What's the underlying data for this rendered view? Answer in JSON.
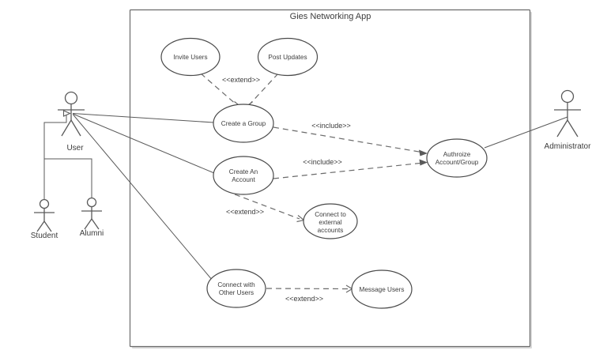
{
  "diagram": {
    "kind": "uml-use-case-diagram",
    "boundary": {
      "title": "Gies Networking App"
    },
    "actors": [
      {
        "id": "user",
        "label": "User"
      },
      {
        "id": "student",
        "label": "Student"
      },
      {
        "id": "alumni",
        "label": "Alumni"
      },
      {
        "id": "administrator",
        "label": "Administrator"
      }
    ],
    "use_cases": [
      {
        "id": "invite-users",
        "label": "Invite Users",
        "lines": [
          "Invite Users"
        ]
      },
      {
        "id": "post-updates",
        "label": "Post Updates",
        "lines": [
          "Post Updates"
        ]
      },
      {
        "id": "create-a-group",
        "label": "Create a Group",
        "lines": [
          "Create a Group"
        ]
      },
      {
        "id": "create-an-account",
        "label": "Create An Account",
        "lines": [
          "Create An",
          "Account"
        ]
      },
      {
        "id": "authorize-account-group",
        "label": "Authroize Account/Group",
        "lines": [
          "Authroize",
          "Account/Group"
        ]
      },
      {
        "id": "connect-to-external-accounts",
        "label": "Connect to external accounts",
        "lines": [
          "Connect to",
          "external",
          "accounts"
        ]
      },
      {
        "id": "connect-with-other-users",
        "label": "Connect with Other Users",
        "lines": [
          "Connect with",
          "Other Users"
        ]
      },
      {
        "id": "message-users",
        "label": "Message Users",
        "lines": [
          "Message Users"
        ]
      }
    ],
    "stereotypes": [
      {
        "id": "extend-invite-post-to-group",
        "label": "<<extend>>"
      },
      {
        "id": "include-group-to-authorize",
        "label": "<<include>>"
      },
      {
        "id": "include-account-to-authorize",
        "label": "<<include>>"
      },
      {
        "id": "extend-account-to-external",
        "label": "<<extend>>"
      },
      {
        "id": "extend-connect-to-message",
        "label": "<<extend>>"
      }
    ],
    "colors": {
      "background": "#ffffff",
      "stroke": "#5a5a5a",
      "text": "#3c3c3c",
      "boundary_stroke": "#6b6b6b"
    }
  }
}
